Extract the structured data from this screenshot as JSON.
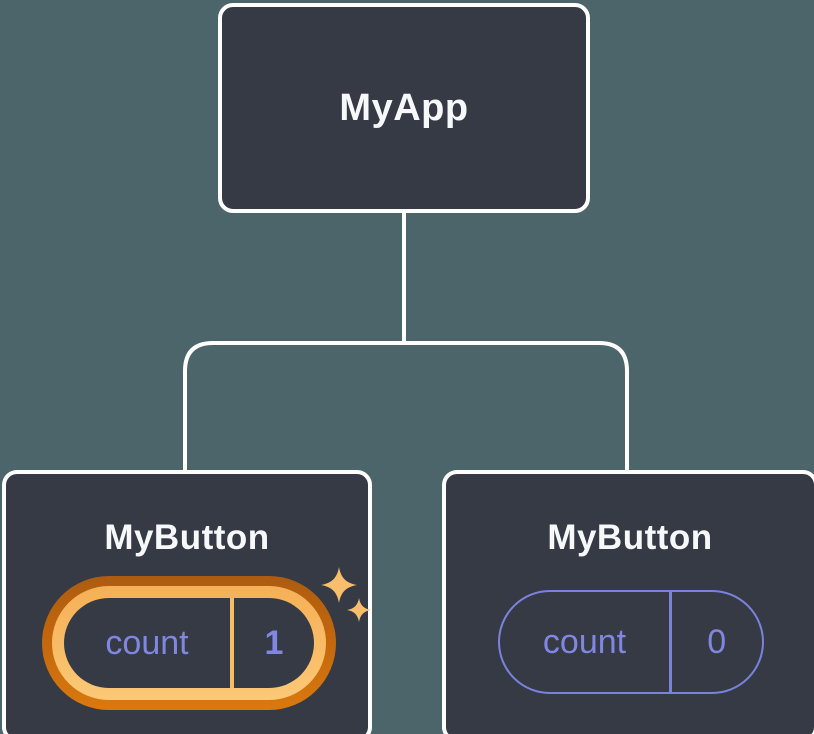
{
  "diagram": {
    "type": "component-tree",
    "root": {
      "label": "MyApp"
    },
    "children": [
      {
        "label": "MyButton",
        "state": {
          "name": "count",
          "value": "1"
        },
        "highlighted": "true",
        "decoration": "sparkles-icon"
      },
      {
        "label": "MyButton",
        "state": {
          "name": "count",
          "value": "0"
        },
        "highlighted": "false",
        "decoration": ""
      }
    ]
  },
  "colors": {
    "background": "#4C656B",
    "node_fill": "#353A45",
    "node_border": "#FFFFFF",
    "title_text": "#F7F8FA",
    "state_text_purple": "#8187E0",
    "pill_outline_purple": "#7B82DB",
    "highlight_ring_dark_orange": "#C2660D",
    "highlight_ring_gold": "#F9BC66",
    "sparkle_gold": "#F8BE6C"
  }
}
